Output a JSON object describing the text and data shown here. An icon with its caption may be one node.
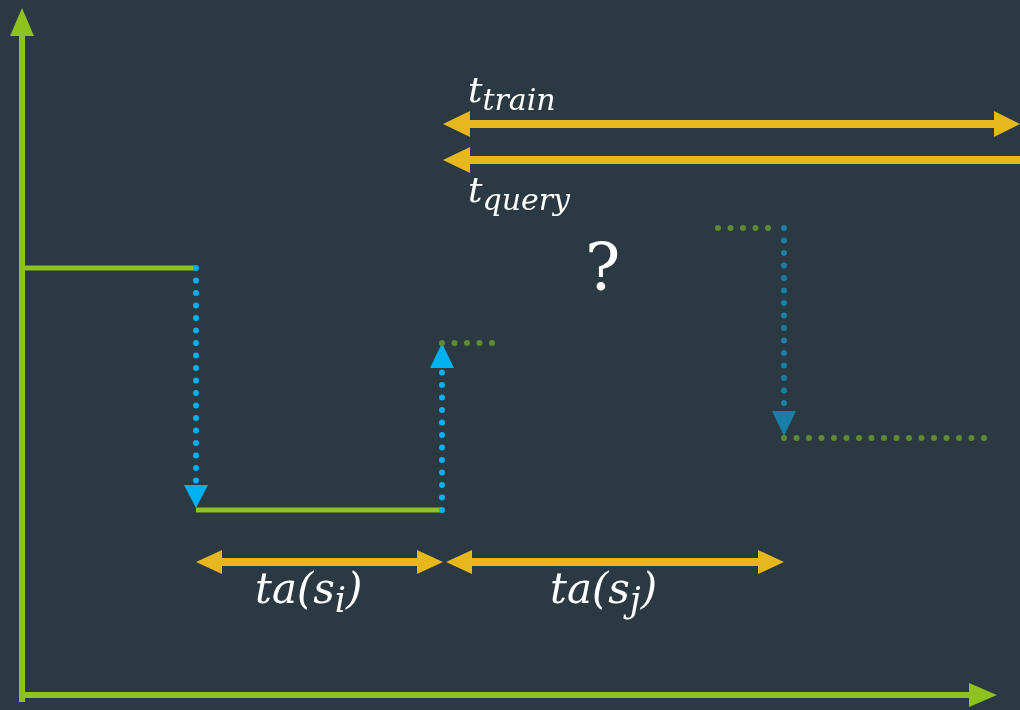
{
  "diagram": {
    "labels": [
      "t$_{train}$",
      "t$_{query}$",
      "?",
      "ta(s$_{i}$)",
      "ta(s$_{j}$)"
    ]
  }
}
